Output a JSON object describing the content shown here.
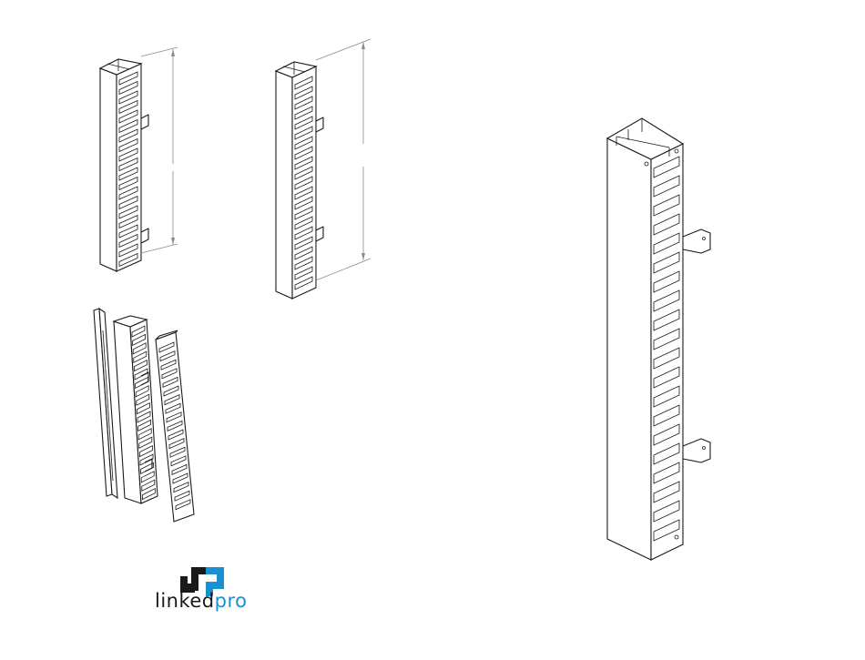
{
  "brand": {
    "name_part1": "linked",
    "name_part2": "pro",
    "accent_color": "#1c8fd0",
    "ink_color": "#1a1a1a"
  },
  "figures": [
    {
      "id": "short-organizer",
      "icon": "cable-organizer-short"
    },
    {
      "id": "tall-organizer",
      "icon": "cable-organizer-tall"
    },
    {
      "id": "exploded-view",
      "icon": "cable-organizer-exploded"
    },
    {
      "id": "large-view",
      "icon": "cable-organizer-large"
    }
  ]
}
